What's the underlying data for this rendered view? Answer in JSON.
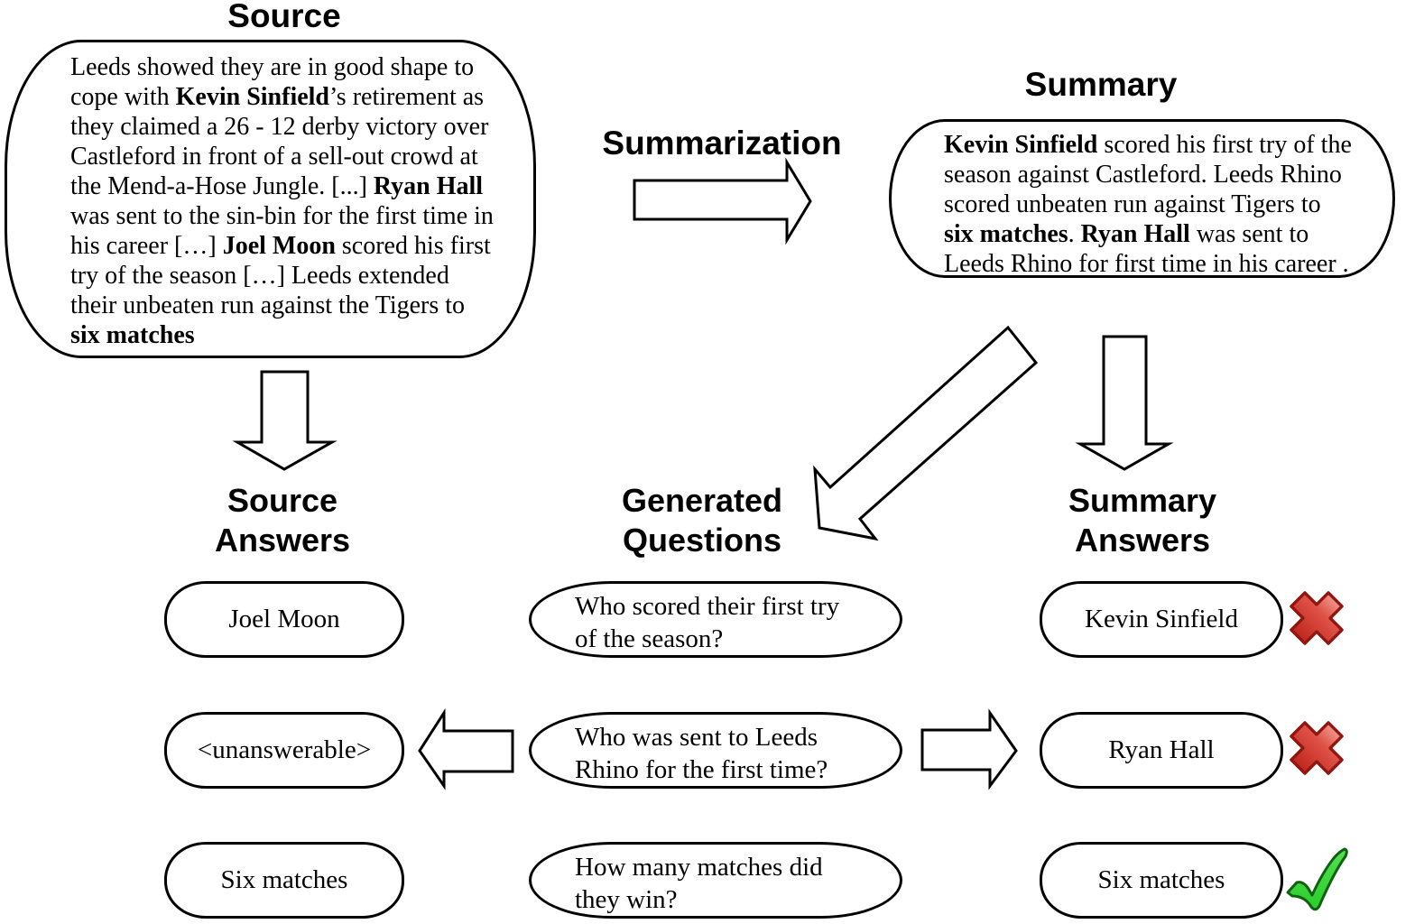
{
  "titles": {
    "source": "Source",
    "summary": "Summary",
    "summarization": "Summarization"
  },
  "column_labels": {
    "source_answers": {
      "line1": "Source",
      "line2": "Answers"
    },
    "generated_questions": {
      "line1": "Generated",
      "line2": "Questions"
    },
    "summary_answers": {
      "line1": "Summary",
      "line2": "Answers"
    }
  },
  "source_bubble": {
    "lines": [
      [
        {
          "t": "Leeds showed they are in good shape to"
        }
      ],
      [
        {
          "t": "cope with "
        },
        {
          "t": "Kevin Sinfield",
          "b": 1
        },
        {
          "t": "’s retirement as"
        }
      ],
      [
        {
          "t": "they claimed a 26 - 12 derby victory over"
        }
      ],
      [
        {
          "t": "Castleford in front of a sell-out crowd at"
        }
      ],
      [
        {
          "t": "the Mend-a-Hose Jungle. [...] "
        },
        {
          "t": "Ryan Hall",
          "b": 1
        }
      ],
      [
        {
          "t": "was sent to the sin-bin for the first time in"
        }
      ],
      [
        {
          "t": "his career […] "
        },
        {
          "t": "Joel Moon",
          "b": 1
        },
        {
          "t": " scored his first"
        }
      ],
      [
        {
          "t": "try of the season […]  Leeds extended"
        }
      ],
      [
        {
          "t": "their unbeaten run against the Tigers to"
        }
      ],
      [
        {
          "t": "six matches",
          "b": 1
        }
      ]
    ]
  },
  "summary_bubble": {
    "lines": [
      [
        {
          "t": "Kevin Sinfield",
          "b": 1
        },
        {
          "t": " scored his first try of the"
        }
      ],
      [
        {
          "t": "season against Castleford. Leeds Rhino"
        }
      ],
      [
        {
          "t": "scored unbeaten run against Tigers to"
        }
      ],
      [
        {
          "t": "six matches",
          "b": 1
        },
        {
          "t": ". "
        },
        {
          "t": "Ryan Hall",
          "b": 1
        },
        {
          "t": " was sent to"
        }
      ],
      [
        {
          "t": "Leeds Rhino for first time in his career ."
        }
      ]
    ]
  },
  "rows": [
    {
      "source_answer": "Joel Moon",
      "question_line1": "Who scored their first try",
      "question_line2": "of the season?",
      "summary_answer": "Kevin Sinfield",
      "verdict": "incorrect",
      "verdict_icon": "cross-mark"
    },
    {
      "source_answer": "<unanswerable>",
      "question_line1": "Who was sent to Leeds",
      "question_line2": "Rhino for the first time?",
      "summary_answer": "Ryan Hall",
      "verdict": "incorrect",
      "verdict_icon": "cross-mark"
    },
    {
      "source_answer": "Six matches",
      "question_line1": "How many matches did",
      "question_line2": "they win?",
      "summary_answer": "Six matches",
      "verdict": "correct",
      "verdict_icon": "check-mark"
    }
  ],
  "colors": {
    "stroke": "#000000",
    "background": "#ffffff",
    "cross_red": "#d2352b",
    "cross_red_dark": "#911510",
    "check_green": "#3dd63d",
    "check_green_dark": "#10610f"
  }
}
